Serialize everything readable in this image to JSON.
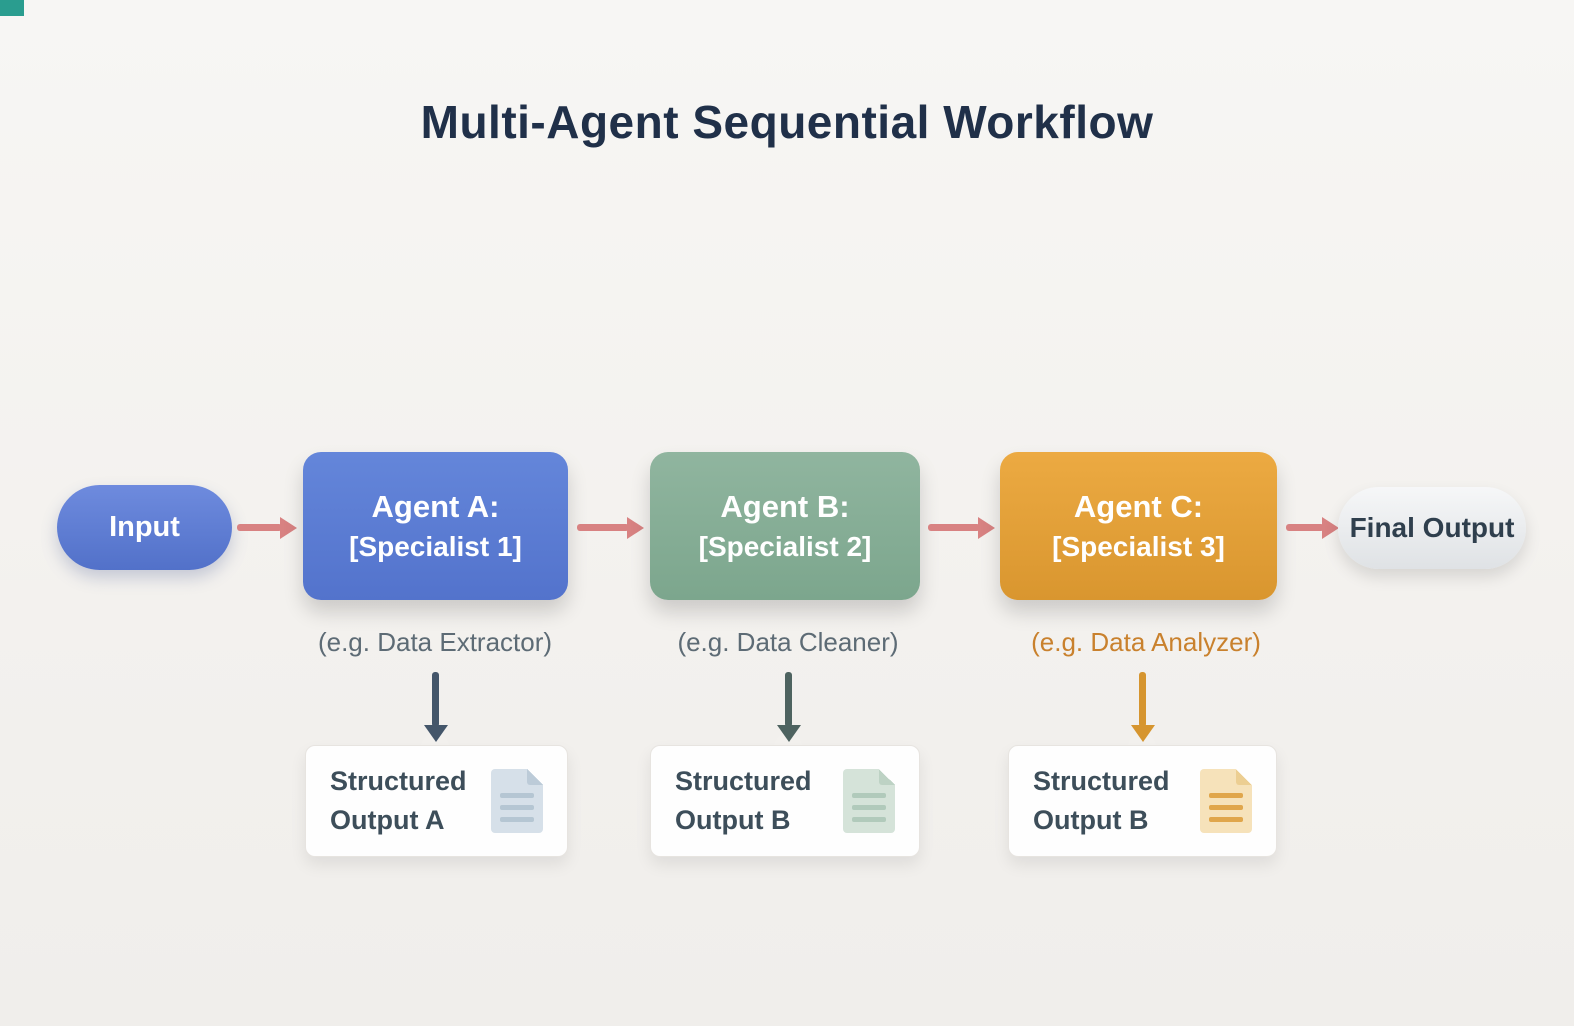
{
  "title": "Multi-Agent Sequential Workflow",
  "flow": {
    "input_label": "Input",
    "final_label": "Final Output"
  },
  "agents": [
    {
      "name": "Agent A:",
      "specialist": "[Specialist 1]",
      "caption": "(e.g. Data Extractor)",
      "output_line1": "Structured",
      "output_line2": "Output A",
      "icon": "document-icon",
      "color": "#5a79d3"
    },
    {
      "name": "Agent B:",
      "specialist": "[Specialist 2]",
      "caption": "(e.g. Data Cleaner)",
      "output_line1": "Structured",
      "output_line2": "Output B",
      "icon": "document-icon",
      "color": "#86ac96"
    },
    {
      "name": "Agent C:",
      "specialist": "[Specialist 3]",
      "caption": "(e.g. Data Analyzer)",
      "output_line1": "Structured",
      "output_line2": "Output B",
      "icon": "document-icon",
      "color": "#e3a039"
    }
  ],
  "colors": {
    "connector_arrow": "#d88282",
    "title_text": "#203049",
    "caption_default": "#5d6b75",
    "caption_agent_c": "#c9812d",
    "down_arrow_a": "#44566a",
    "down_arrow_b": "#4e6360",
    "down_arrow_c": "#d6952f",
    "corner_accent": "#2a9d8f"
  }
}
